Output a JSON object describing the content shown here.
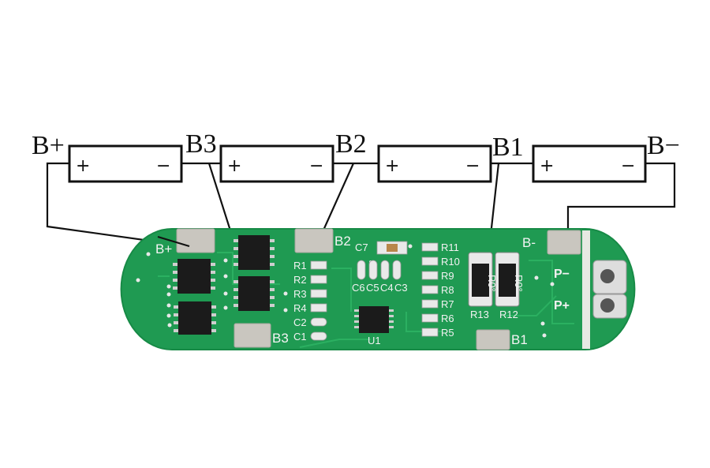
{
  "terminals": {
    "b_plus": "B+",
    "b3": "B3",
    "b2": "B2",
    "b1": "B1",
    "b_minus": "B−"
  },
  "cells": [
    {
      "plus": "+",
      "minus": "−"
    },
    {
      "plus": "+",
      "minus": "−"
    },
    {
      "plus": "+",
      "minus": "−"
    },
    {
      "plus": "+",
      "minus": "−"
    }
  ],
  "pcb": {
    "pad_labels": {
      "b_plus": "B+",
      "b2": "B2",
      "b3": "B3",
      "b1": "B1",
      "b_minus": "B-",
      "p_minus": "P−",
      "p_plus": "P+"
    },
    "left_labels": [
      "R1",
      "R2",
      "R3",
      "R4",
      "C2",
      "C1"
    ],
    "right_labels": [
      "R11",
      "R10",
      "R9",
      "R8",
      "R7",
      "R6",
      "R5"
    ],
    "cap_labels": [
      "C6",
      "C5",
      "C4",
      "C3"
    ],
    "c7": "C7",
    "u1": "U1",
    "r13": "R13",
    "r12": "R12",
    "shunt_marking": "R0°"
  },
  "colors": {
    "board": "#1f9a52",
    "board_dark": "#17803f",
    "pad": "#c9c6bf",
    "chip": "#1b1b1b",
    "line": "#111111"
  }
}
